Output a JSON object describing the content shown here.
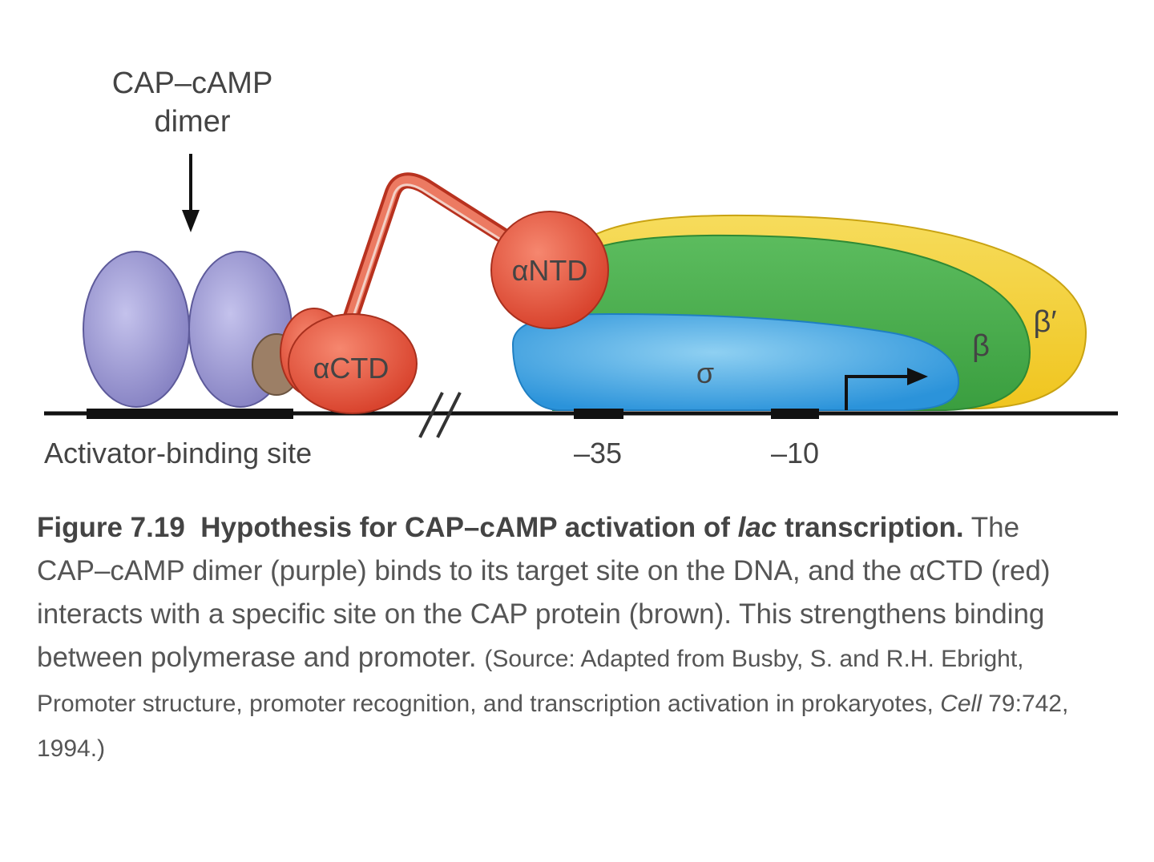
{
  "labels": {
    "cap_camp_line1": "CAP–cAMP",
    "cap_camp_line2": "dimer",
    "alpha_ctd": "αCTD",
    "alpha_ntd": "αNTD",
    "sigma": "σ",
    "beta": "β",
    "beta_prime": "β′",
    "activator_site": "Activator-binding site",
    "minus35": "–35",
    "minus10": "–10"
  },
  "caption": {
    "figure_number": "Figure 7.19",
    "title_main": "Hypothesis for CAP–cAMP activation of",
    "title_italic": "lac",
    "title_end": "transcription.",
    "body": "The CAP–cAMP dimer (purple) binds to its target site on the DNA, and the αCTD (red) interacts with a specific site on the CAP protein (brown). This strengthens binding between polymerase and promoter.",
    "source_open": "(Source: Adapted from Busby, S. and R.H. Ebright, Promoter structure, promoter recognition, and transcription activation in prokaryotes,",
    "source_journal": "Cell",
    "source_close": "79:742, 1994.)"
  },
  "colors": {
    "cap_dimer": "#8f8cc8",
    "cap_contact_site": "#9c7f66",
    "alpha_subunit": "#e3533c",
    "sigma": "#2f9be0",
    "beta": "#45ad48",
    "beta_prime": "#f2cc2e",
    "dna": "#111111"
  }
}
